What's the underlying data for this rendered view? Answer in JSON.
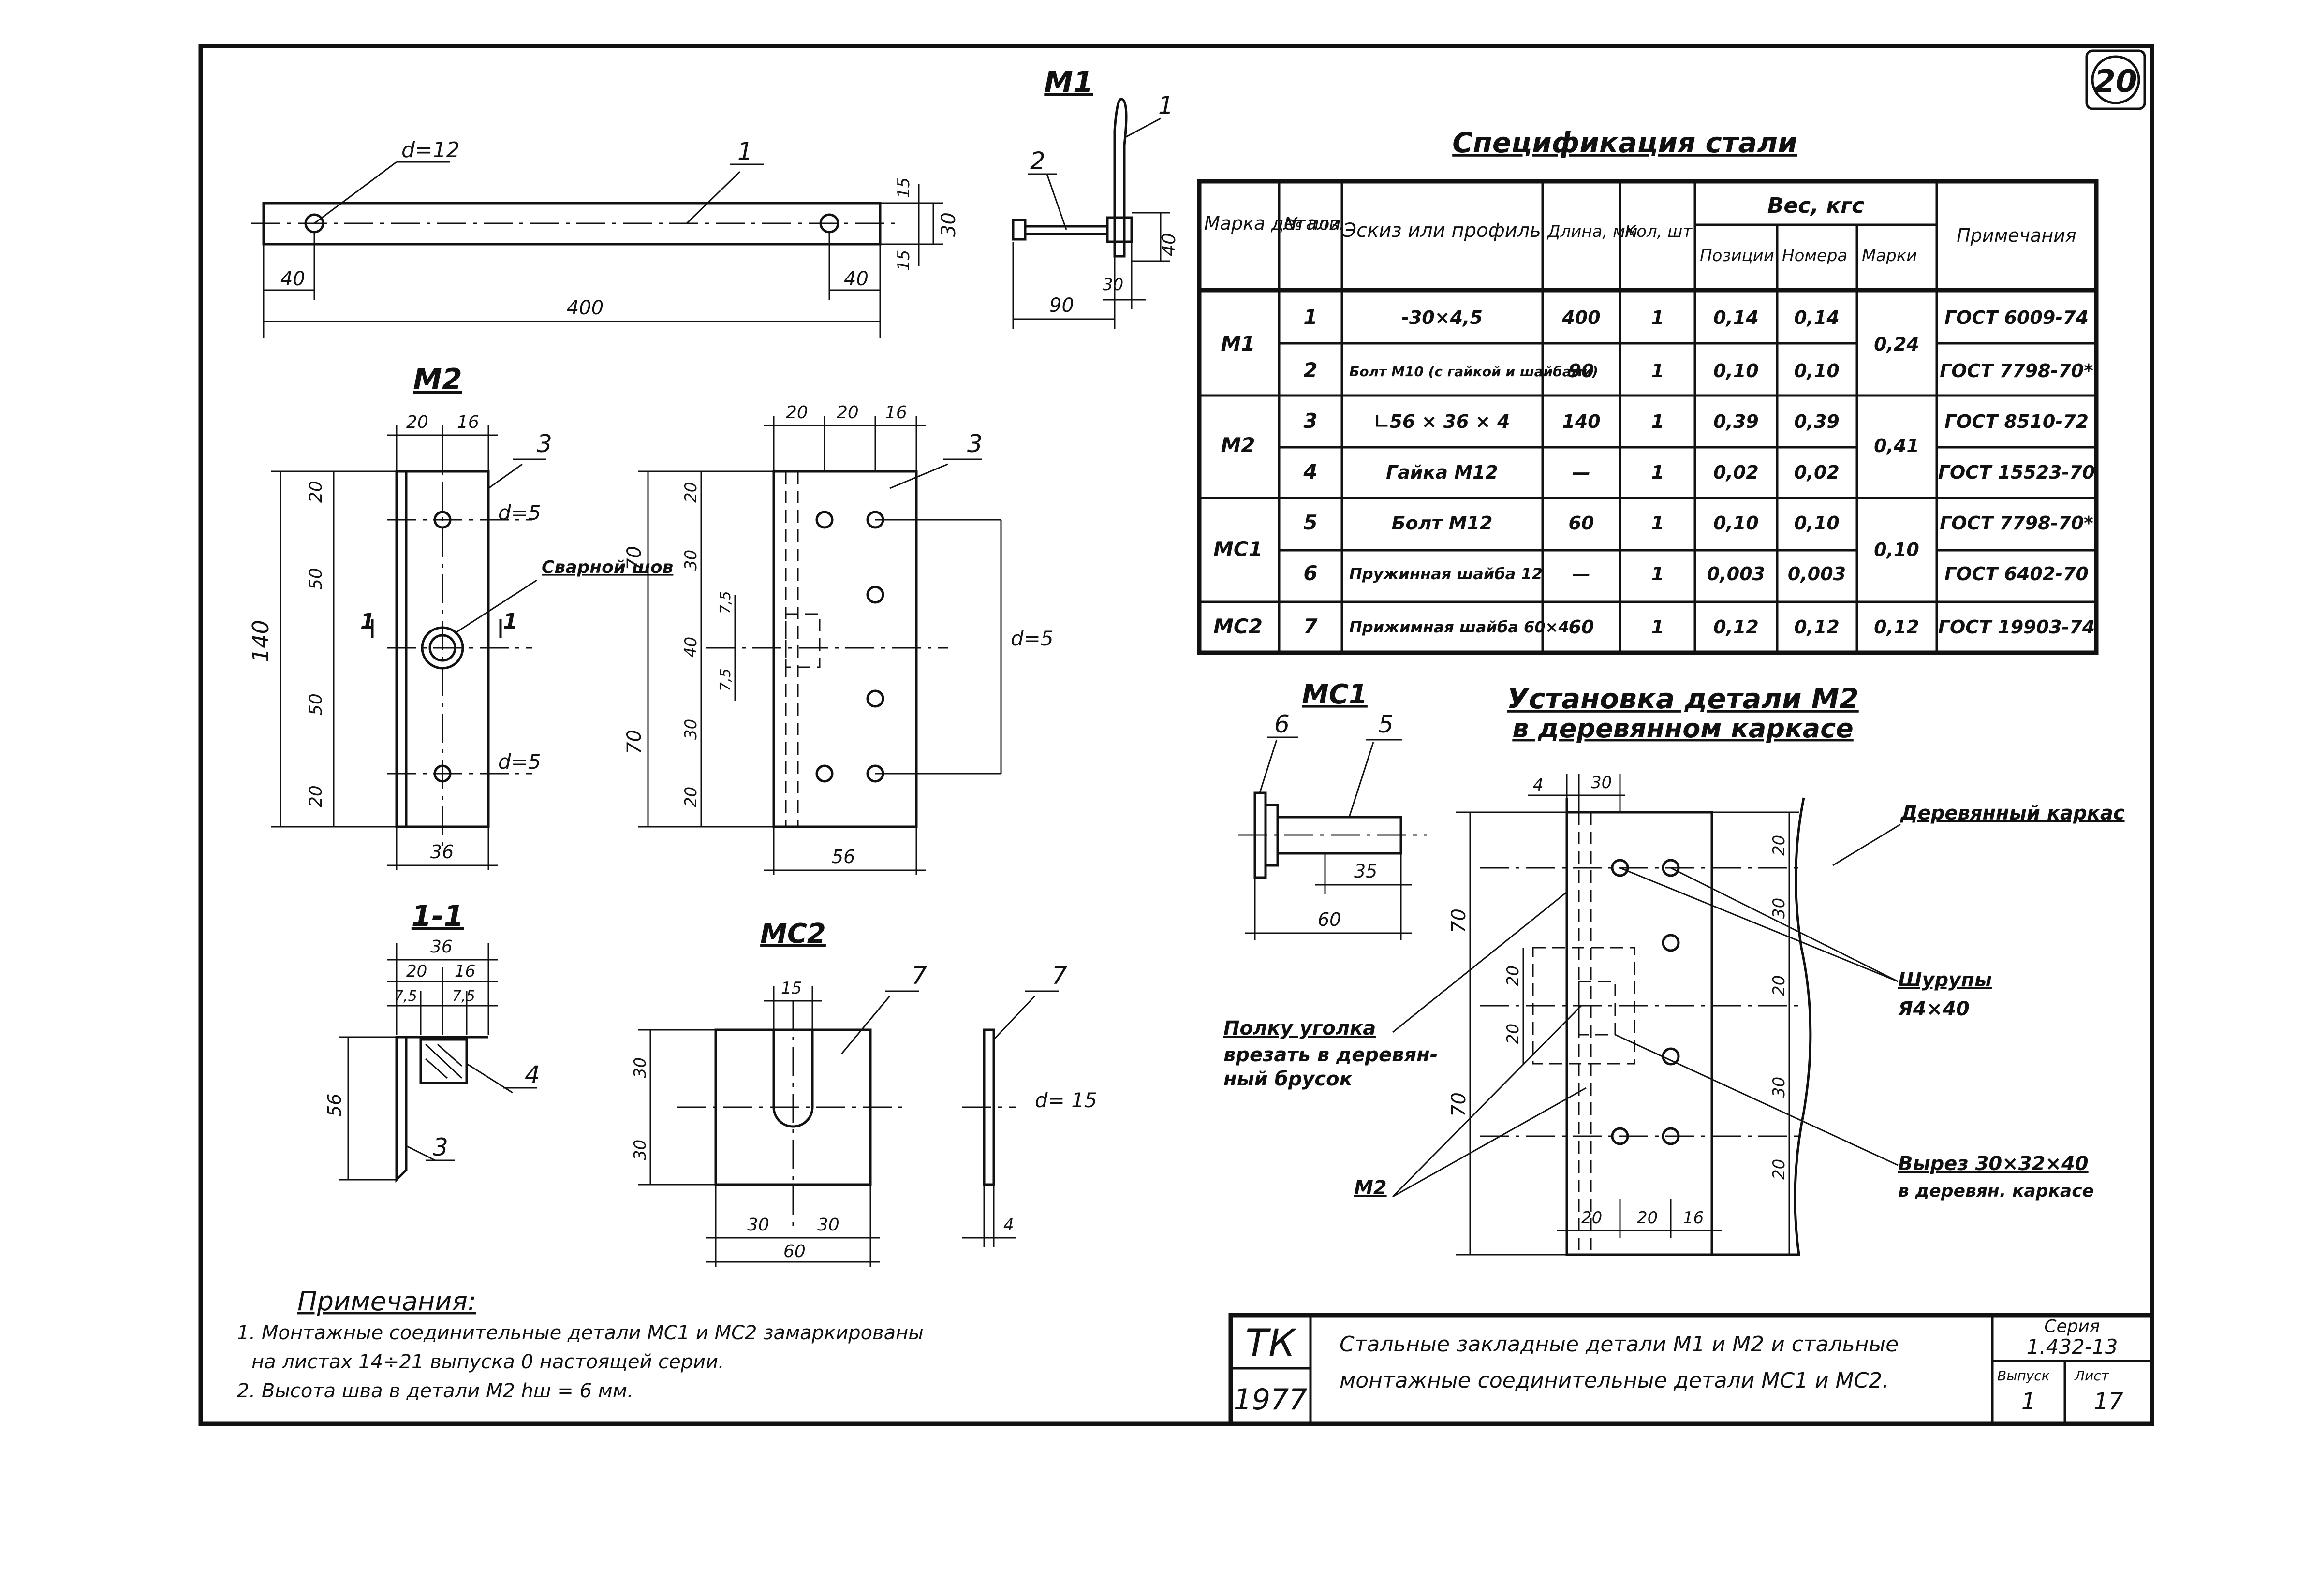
{
  "sheet_number": "20",
  "spec": {
    "title": "Спецификация стали",
    "headers": {
      "mark": "Марка детали",
      "pos": "№ поз.",
      "sketch": "Эскиз или профиль",
      "length": "Длина, мм",
      "qty": "Кол, шт",
      "weight": "Вес, кгс",
      "w_pos": "Позиции",
      "w_num": "Номера",
      "w_mark": "Марки",
      "notes": "Примечания"
    },
    "rows": [
      {
        "mark": "М1",
        "pos": "1",
        "profile": "-30×4,5",
        "length": "400",
        "qty": "1",
        "w_pos": "0,14",
        "w_num": "0,14",
        "w_mark": "0,24",
        "note": "ГОСТ 6009-74"
      },
      {
        "mark": "",
        "pos": "2",
        "profile": "Болт М10 (с гайкой и шайбами)",
        "length": "90",
        "qty": "1",
        "w_pos": "0,10",
        "w_num": "0,10",
        "w_mark": "",
        "note": "ГОСТ 7798-70*"
      },
      {
        "mark": "М2",
        "pos": "3",
        "profile": "∟56 × 36 × 4",
        "length": "140",
        "qty": "1",
        "w_pos": "0,39",
        "w_num": "0,39",
        "w_mark": "0,41",
        "note": "ГОСТ 8510-72"
      },
      {
        "mark": "",
        "pos": "4",
        "profile": "Гайка М12",
        "length": "—",
        "qty": "1",
        "w_pos": "0,02",
        "w_num": "0,02",
        "w_mark": "",
        "note": "ГОСТ 15523-70"
      },
      {
        "mark": "МС1",
        "pos": "5",
        "profile": "Болт М12",
        "length": "60",
        "qty": "1",
        "w_pos": "0,10",
        "w_num": "0,10",
        "w_mark": "0,10",
        "note": "ГОСТ 7798-70*"
      },
      {
        "mark": "",
        "pos": "6",
        "profile": "Пружинная шайба 12",
        "length": "—",
        "qty": "1",
        "w_pos": "0,003",
        "w_num": "0,003",
        "w_mark": "",
        "note": "ГОСТ 6402-70"
      },
      {
        "mark": "МС2",
        "pos": "7",
        "profile": "Прижимная шайба 60×4",
        "length": "60",
        "qty": "1",
        "w_pos": "0,12",
        "w_num": "0,12",
        "w_mark": "0,12",
        "note": "ГОСТ 19903-74"
      }
    ]
  },
  "views": {
    "m1_title": "М1",
    "m2_title": "М2",
    "section_title": "1-1",
    "mc1_title": "МС1",
    "mc2_title": "МС2",
    "install_title": "Установка детали М2",
    "install_subtitle": "в деревянном каркасе"
  },
  "labels": {
    "d12": "d=12",
    "d5": "d=5",
    "d15": "d= 15",
    "weld": "Сварной шов",
    "cut": "1",
    "wood_frame": "Деревянный каркас",
    "screws": "Шурупы",
    "screws_size": "Я4×40",
    "flange_note_1": "Полку уголка",
    "flange_note_2": "врезать в деревян-",
    "flange_note_3": "ный брусок",
    "cutout_1": "Вырез 30×32×40",
    "cutout_2": "в деревян. каркасе",
    "m2_ref": "М2"
  },
  "dims": {
    "m1_len": "400",
    "m1_end_l": "40",
    "m1_end_r": "40",
    "m1_h1": "15",
    "m1_h2": "15",
    "m1_w": "30",
    "m1_side_90": "90",
    "m1_side_30": "30",
    "m1_side_40": "40",
    "m2_top_20": "20",
    "m2_top_16": "16",
    "m2_v20a": "20",
    "m2_v50a": "50",
    "m2_v50b": "50",
    "m2_v20b": "20",
    "m2_total": "140",
    "m2_w36": "36",
    "m2b_20a": "20",
    "m2b_20b": "20",
    "m2b_16": "16",
    "m2b_70a": "70",
    "m2b_70b": "70",
    "m2b_20": "20",
    "m2b_30": "30",
    "m2b_75": "7,5",
    "m2b_40": "40",
    "m2b_75b": "7,5",
    "m2b_30b": "30",
    "m2b_20c": "20",
    "m2b_w56": "56",
    "sec_36": "36",
    "sec_20": "20",
    "sec_16": "16",
    "sec_75a": "7,5",
    "sec_75b": "7,5",
    "sec_56": "56",
    "mc1_35": "35",
    "mc1_60": "60",
    "mc2_15": "15",
    "mc2_30a": "30",
    "mc2_30b": "30",
    "mc2_h30a": "30",
    "mc2_h30b": "30",
    "mc2_60": "60",
    "mc2_t4": "4",
    "ins_4": "4",
    "ins_30": "30",
    "ins_70a": "70",
    "ins_70b": "70",
    "ins_20a": "20",
    "ins_30a": "30",
    "ins_20b": "20",
    "ins_30b": "30",
    "ins_20c": "20",
    "ins_l20a": "20",
    "ins_l20b": "20",
    "ins_b20a": "20",
    "ins_b20b": "20",
    "ins_b16": "16"
  },
  "notes": {
    "title": "Примечания:",
    "items": [
      "1. Монтажные соединительные детали МС1 и МС2 замаркированы",
      "на листах 14÷21 выпуска 0 настоящей серии.",
      "2. Высота шва в детали М2 hш = 6 мм."
    ]
  },
  "title_block": {
    "org": "ТК",
    "year": "1977",
    "desc_1": "Стальные закладные детали М1 и М2 и стальные",
    "desc_2": "монтажные соединительные детали МС1 и МС2.",
    "series_label": "Серия",
    "series": "1.432-13",
    "issue_label": "Выпуск",
    "issue": "1",
    "sheet_label": "Лист",
    "sheet": "17"
  }
}
